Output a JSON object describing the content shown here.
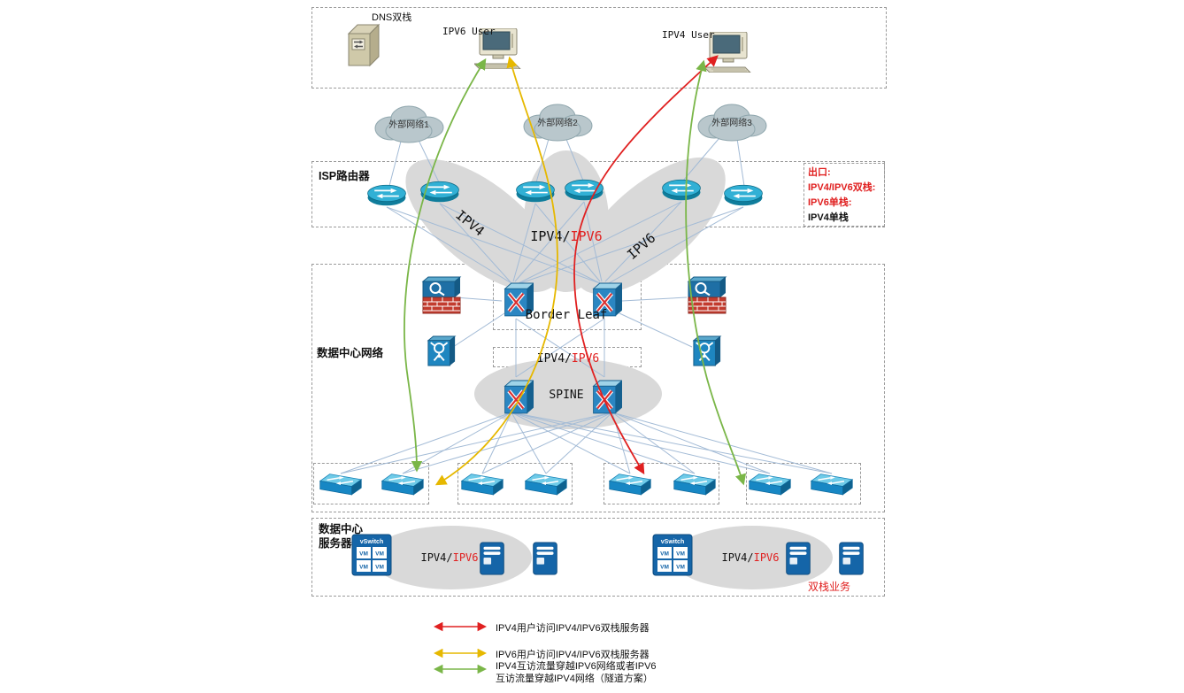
{
  "top": {
    "dns_label": "DNS双栈",
    "ipv6_user_label": "IPV6 User",
    "ipv4_user_label": "IPV4 User"
  },
  "clouds": [
    {
      "label": "外部网络1"
    },
    {
      "label": "外部网络2"
    },
    {
      "label": "外部网络3"
    }
  ],
  "isp": {
    "label": "ISP路由器"
  },
  "exit_note": {
    "line1": "出口:",
    "line2": "IPV4/IPV6双栈:",
    "line3": "IPV6单栈:",
    "line4": "IPV4单栈"
  },
  "zones": {
    "ipv4": "IPV4",
    "ipv46_black": "IPV4/",
    "ipv46_red": "IPV6",
    "ipv6": "IPV6"
  },
  "dc": {
    "label": "数据中心网络",
    "border_leaf": "Border Leaf",
    "mid_black": "IPV4/",
    "mid_red": "IPV6",
    "spine": "SPINE"
  },
  "servers": {
    "label_line1": "数据中心",
    "label_line2": "服务器",
    "left_black": "IPV4/",
    "left_red": "IPV6",
    "right_black": "IPV4/",
    "right_red": "IPV6",
    "dual_stack": "双栈业务",
    "vswitch": "vSwitch",
    "vm": "VM"
  },
  "legend": [
    {
      "text": "IPV4用户访问IPV4/IPV6双栈服务器"
    },
    {
      "text": "IPV6用户访问IPV4/IPV6双栈服务器"
    },
    {
      "text": "IPV4互访流量穿越IPV6网络或者IPV6",
      "text2": "互访流量穿越IPV4网络（隧道方案）"
    }
  ],
  "colors": {
    "red_flow": "#e02020",
    "yellow_flow": "#e6b800",
    "green_flow": "#7ab648",
    "link_line": "#a3bbd6",
    "zone_fill": "#d9d9d9"
  }
}
